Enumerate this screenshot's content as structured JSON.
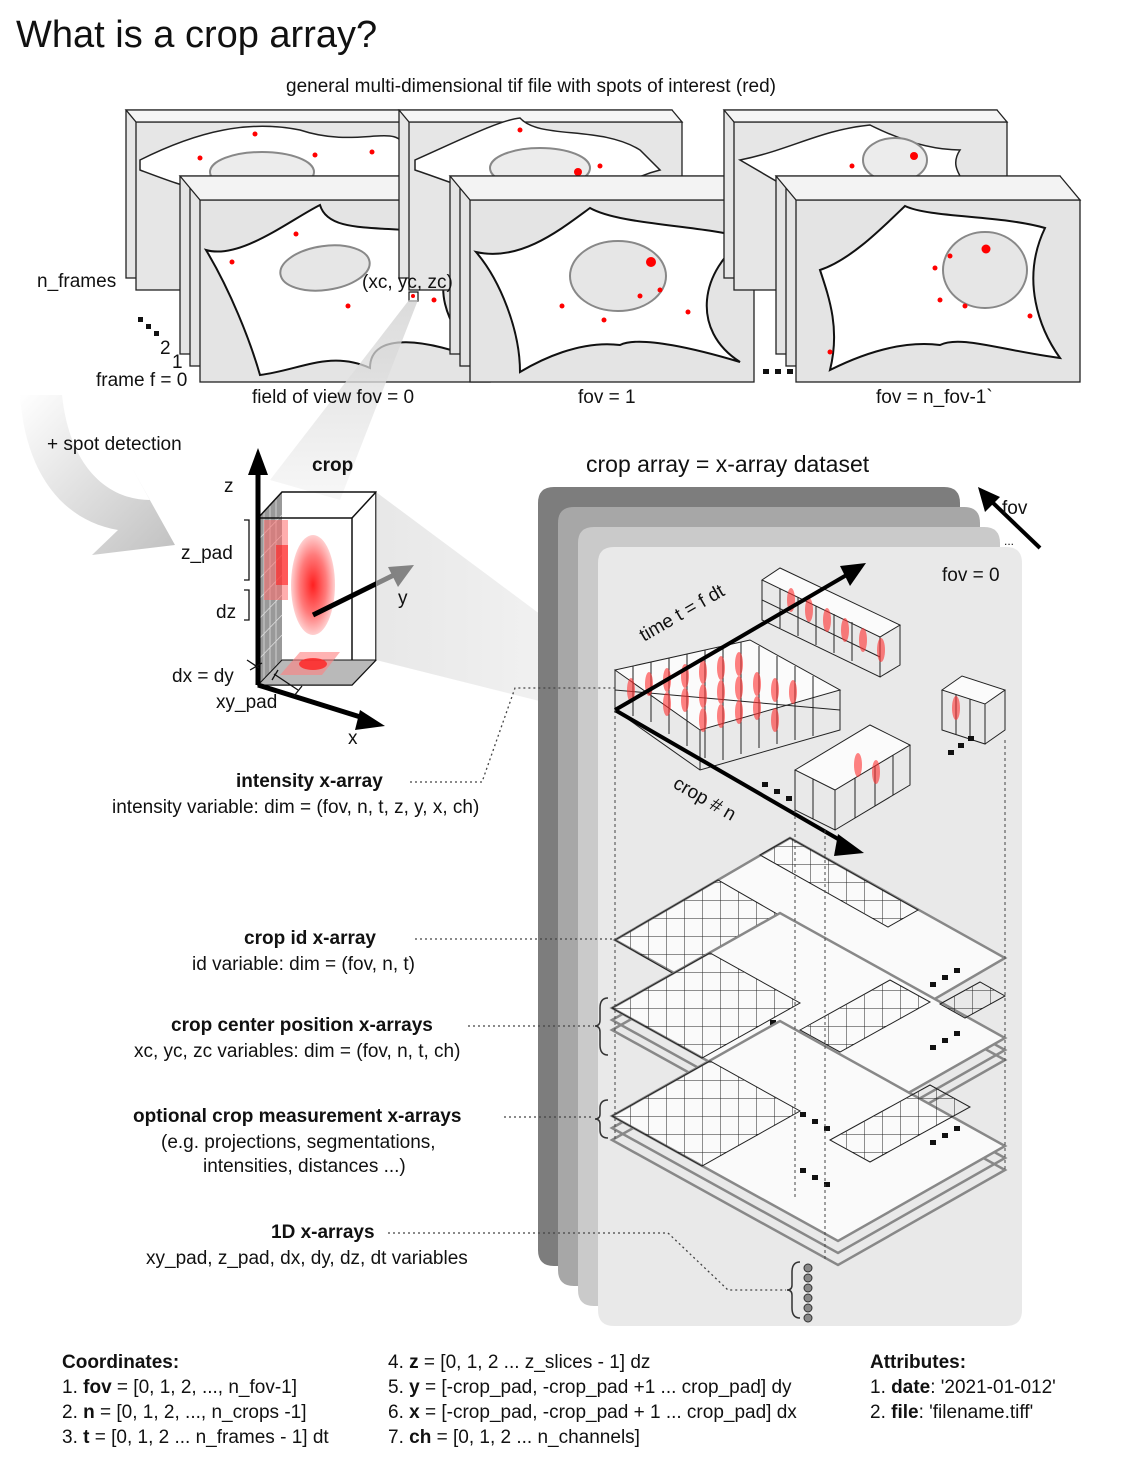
{
  "title": "What is a crop array?",
  "top": {
    "caption": "general multi-dimensional tif file with spots of interest (red)",
    "n_frames": "n_frames",
    "frame_zero": "frame f = 0",
    "frame_one": "1",
    "frame_two": "2",
    "spot_coord": "(xc, yc, zc)",
    "fov0": "field of view fov = 0",
    "fov1": "fov = 1",
    "fovN": "fov = n_fov-1`",
    "spot_detection": "+ spot detection"
  },
  "crop": {
    "title": "crop",
    "z": "z",
    "y": "y",
    "x": "x",
    "z_pad": "z_pad",
    "dz": "dz",
    "dxdy": "dx = dy",
    "xy_pad": "xy_pad"
  },
  "dataset": {
    "title": "crop array = x-array dataset",
    "fov": "fov",
    "fov_dots": "...",
    "fov0": "fov = 0",
    "time_axis": "time t = f dt",
    "crop_axis": "crop # n"
  },
  "descriptions": {
    "intensity_title": "intensity x-array",
    "intensity_desc": "intensity variable: dim = (fov, n, t, z, y, x, ch)",
    "cropid_title": "crop id x-array",
    "cropid_desc": "id variable: dim = (fov, n, t)",
    "center_title": "crop center position x-arrays",
    "center_desc": "xc, yc, zc variables: dim = (fov, n, t, ch)",
    "optional_title": "optional crop measurement x-arrays",
    "optional_desc1": "(e.g. projections, segmentations,",
    "optional_desc2": "intensities, distances ...)",
    "oned_title": "1D x-arrays",
    "oned_desc": "xy_pad, z_pad, dx, dy, dz, dt variables"
  },
  "coordinates": {
    "heading": "Coordinates:",
    "items": [
      {
        "num": "1.",
        "key": "fov",
        "val": " = [0, 1, 2, ..., n_fov-1]"
      },
      {
        "num": "2.",
        "key": "n",
        "val": " = [0, 1, 2, ..., n_crops -1]"
      },
      {
        "num": "3.",
        "key": "t",
        "val": " = [0, 1, 2 ... n_frames - 1] dt"
      },
      {
        "num": "4.",
        "key": "z",
        "val": " = [0, 1, 2 ... z_slices - 1] dz"
      },
      {
        "num": "5.",
        "key": "y",
        "val": " = [-crop_pad, -crop_pad +1  ... crop_pad] dy"
      },
      {
        "num": "6.",
        "key": "x",
        "val": " = [-crop_pad, -crop_pad + 1 ... crop_pad] dx"
      },
      {
        "num": "7.",
        "key": "ch",
        "val": " = [0, 1, 2 ... n_channels]"
      }
    ]
  },
  "attributes": {
    "heading": "Attributes:",
    "items": [
      {
        "num": "1.",
        "key": "date",
        "val": ": '2021-01-012'"
      },
      {
        "num": "2.",
        "key": "file",
        "val": ": 'filename.tiff'"
      }
    ]
  },
  "colors": {
    "spot": "#ff0000",
    "panel_light": "#e9e9e9",
    "panel_dark": "#7d7d7d",
    "frame_bg": "#e4e4e4"
  }
}
